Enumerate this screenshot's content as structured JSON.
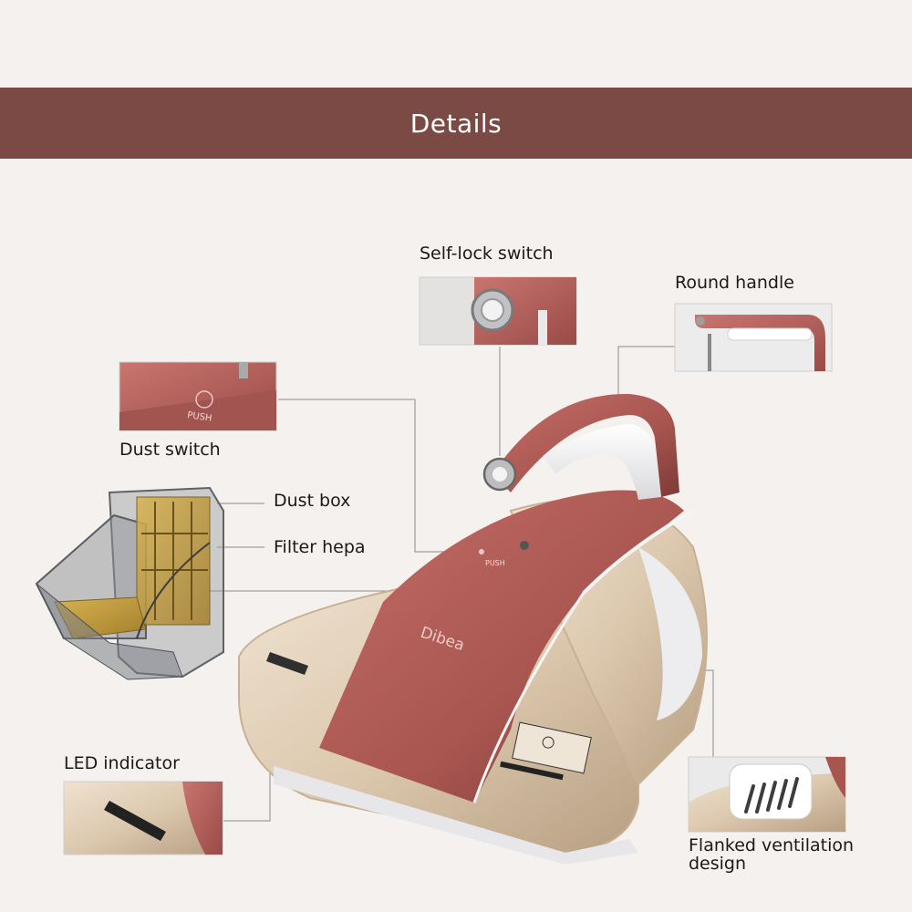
{
  "header": {
    "title": "Details"
  },
  "product": {
    "brand": "Dibea",
    "push_text": "PUSH"
  },
  "labels": {
    "self_lock_switch": "Self-lock switch",
    "round_handle": "Round handle",
    "dust_switch": "Dust switch",
    "dust_box": "Dust box",
    "filter_hepa": "Filter hepa",
    "led_indicator": "LED indicator",
    "flanked_ventilation": "Flanked ventilation design"
  },
  "colors": {
    "banner": "#7b4a44",
    "body_red": "#b05a56",
    "body_gold": "#dcc9b1",
    "background": "#f4f1ee"
  }
}
